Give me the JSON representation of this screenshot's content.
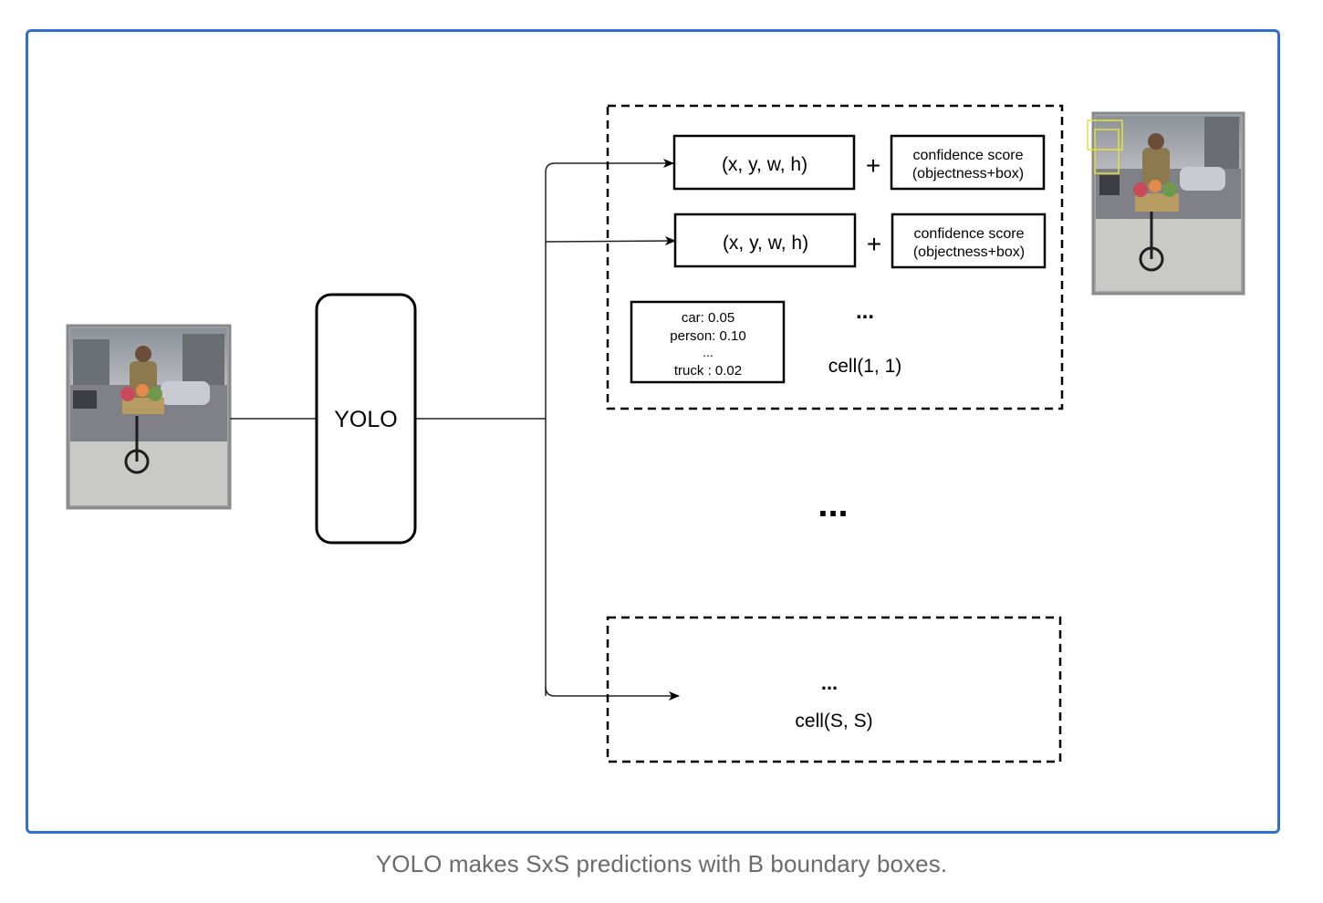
{
  "diagram": {
    "model_label": "YOLO",
    "cell_first": {
      "box_1": "(x, y, w, h)",
      "box_2": "(x, y, w, h)",
      "plus_sign": "+",
      "confidence_line_1": "confidence score",
      "confidence_line_2": "(objectness+box)",
      "class_probs": {
        "line_1": "car: 0.05",
        "line_2": "person: 0.10",
        "line_3": "...",
        "line_4": "truck : 0.02"
      },
      "ellipsis": "...",
      "label": "cell(1, 1)"
    },
    "middle_ellipsis": "...",
    "cell_last": {
      "ellipsis": "...",
      "label": "cell(S, S)"
    },
    "icons": {
      "input_image": "photo-cyclist-icon",
      "output_image": "photo-cyclist-with-boxes-icon"
    }
  },
  "caption": "YOLO makes SxS predictions with B boundary boxes."
}
